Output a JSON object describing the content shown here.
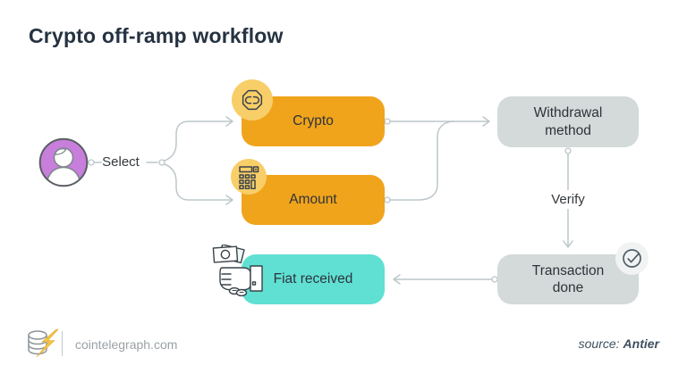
{
  "title": "Crypto off-ramp workflow",
  "diagram": {
    "actor": {
      "label": "Select",
      "icon": "user-icon"
    },
    "nodes": {
      "crypto": {
        "label": "Crypto",
        "icon": "coin-icon",
        "color": "#F0A41C"
      },
      "amount": {
        "label": "Amount",
        "icon": "calculator-icon",
        "color": "#F0A41C"
      },
      "withdrawal": {
        "label": "Withdrawal method",
        "color": "#D3DAD9"
      },
      "transaction": {
        "label": "Transaction done",
        "icon": "check-circle-icon",
        "color": "#D3DAD9"
      },
      "fiat": {
        "label": "Fiat received",
        "icon": "cash-in-hand-icon",
        "color": "#5FE0D3"
      }
    },
    "edge_labels": {
      "verify": "Verify"
    },
    "flow": [
      "Select -> Crypto",
      "Select -> Amount",
      "Crypto -> Withdrawal method",
      "Amount -> Withdrawal method",
      "Withdrawal method -> Verify -> Transaction done",
      "Transaction done -> Fiat received"
    ]
  },
  "colors": {
    "orange_box": "#F0A41C",
    "badge_yellow": "#F8CE69",
    "teal_box": "#5FE0D3",
    "gray_box": "#D3DAD9",
    "avatar_purple": "#C77FDB",
    "connector": "#BCC7CA",
    "title_text": "#253241",
    "label_text": "#2E333A",
    "footer_text": "#9AA1A6",
    "source_text": "#3E5060",
    "logo_bolt": "#F5C542"
  },
  "footer": {
    "site": "cointelegraph.com",
    "source_prefix": "source:",
    "source_name": "Antier"
  }
}
